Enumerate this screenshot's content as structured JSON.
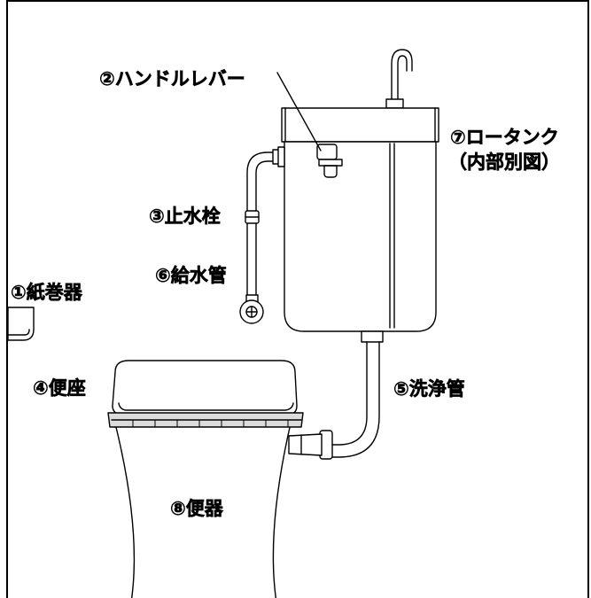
{
  "labels": {
    "paper_holder": "①紙巻器",
    "handle_lever": "②ハンドルレバー",
    "stop_valve": "③止水栓",
    "toilet_seat": "④便座",
    "flush_pipe": "⑤洗浄管",
    "supply_pipe": "⑥給水管",
    "low_tank": "⑦ロータンク",
    "low_tank_note": "（内部別図）",
    "toilet_bowl": "⑧便器"
  },
  "colors": {
    "line": "#000000",
    "background": "#ffffff",
    "seat_shade": "#dcdcdc"
  }
}
